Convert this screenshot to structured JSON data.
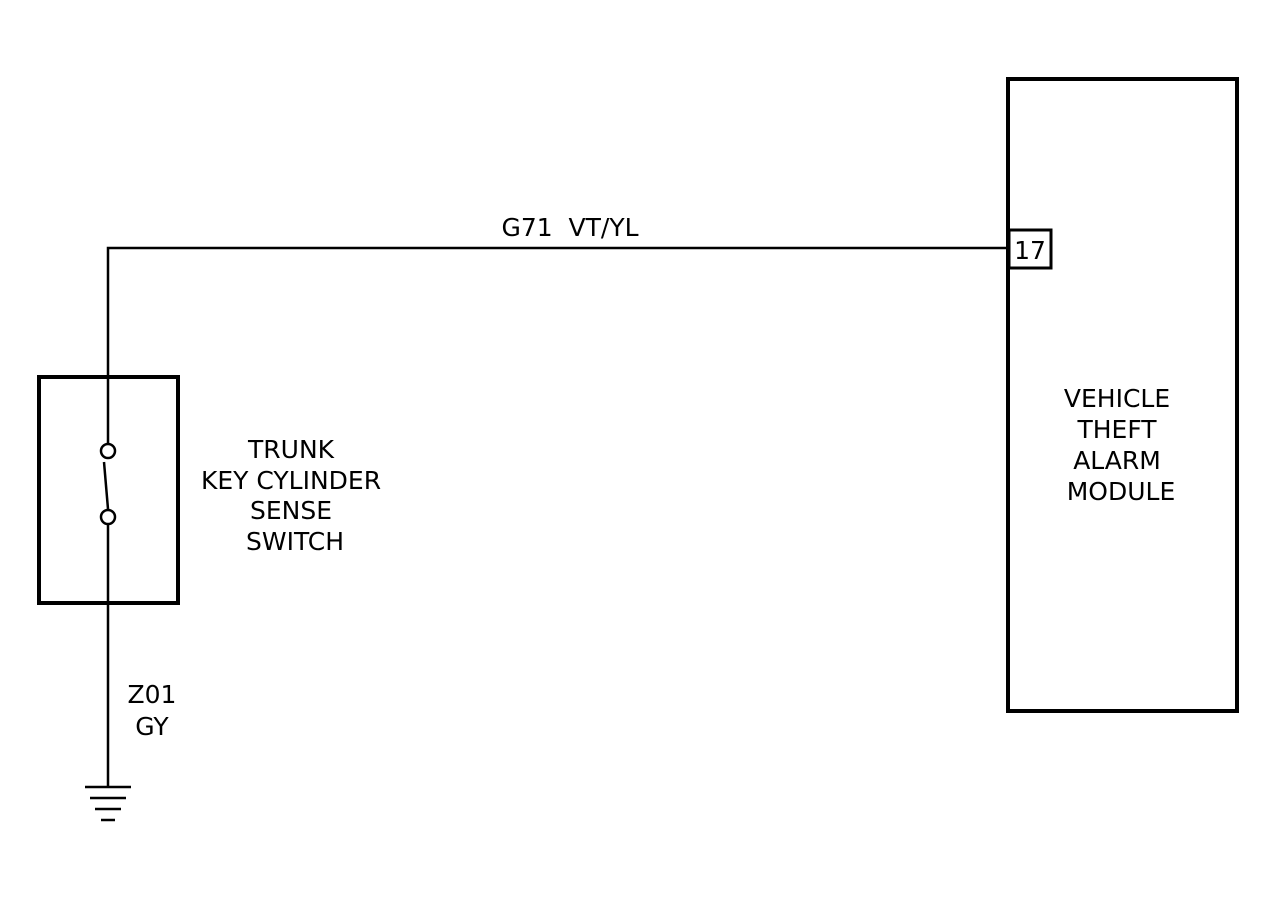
{
  "wires": {
    "signal_label": "G71  VT/YL",
    "ground_circuit": "Z01",
    "ground_color": "GY"
  },
  "switch": {
    "label_lines": [
      "TRUNK",
      "KEY CYLINDER",
      "SENSE",
      "SWITCH"
    ]
  },
  "module": {
    "pin": "17",
    "label_lines": [
      "VEHICLE",
      "THEFT",
      "ALARM",
      "MODULE"
    ]
  },
  "ground": {
    "icon": "ground-symbol-icon"
  }
}
